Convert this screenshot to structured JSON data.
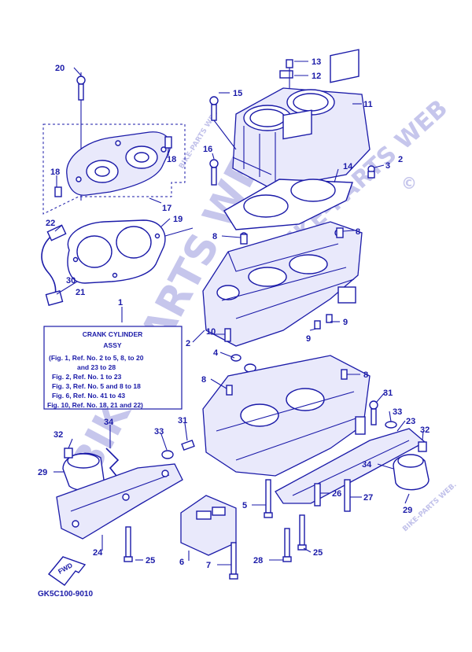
{
  "diagram_code": "GK5C100-9010",
  "info_box": {
    "ref": "1",
    "title": "CRANK CYLINDER",
    "subtitle": "ASSY",
    "lines": [
      "(Fig. 1, Ref. No. 2 to 5, 8, to 20",
      "and 23 to 28",
      "Fig. 2, Ref. No. 1 to 23",
      "Fig. 3, Ref. No. 5 and 8 to 18",
      "Fig. 6, Ref. No. 41 to 43",
      "Fig. 10, Ref. No. 18, 21 and 22)"
    ]
  },
  "fwd_label": "FWD",
  "watermarks": {
    "big_diagonal": "BIKE-PARTS WEB",
    "upper_right": "BIKE-PARTS WEB",
    "copyright": "©",
    "small_top": "BIKE-PARTS WEB",
    "small_bottom": "BIKE-PARTS WEB."
  },
  "callouts": {
    "c20": "20",
    "c13": "13",
    "c12": "12",
    "c15": "15",
    "c11": "11",
    "c16": "16",
    "c3": "3",
    "c2a": "2",
    "c14": "14",
    "c18a": "18",
    "c18b": "18",
    "c17": "17",
    "c19": "19",
    "c22": "22",
    "c30": "30",
    "c21": "21",
    "c8a": "8",
    "c8b": "8",
    "c1": "1",
    "c10": "10",
    "c9a": "9",
    "c9b": "9",
    "c2b": "2",
    "c4": "4",
    "c8c": "8",
    "c8d": "8",
    "c31a": "31",
    "c33a": "33",
    "c23": "23",
    "c32a": "32",
    "c34a": "34",
    "c32b": "32",
    "c33b": "33",
    "c31b": "31",
    "c29a": "29",
    "c34b": "34",
    "c26": "26",
    "c27": "27",
    "c29b": "29",
    "c5": "5",
    "c24": "24",
    "c6": "6",
    "c7": "7",
    "c28": "28",
    "c25a": "25",
    "c25b": "25"
  }
}
